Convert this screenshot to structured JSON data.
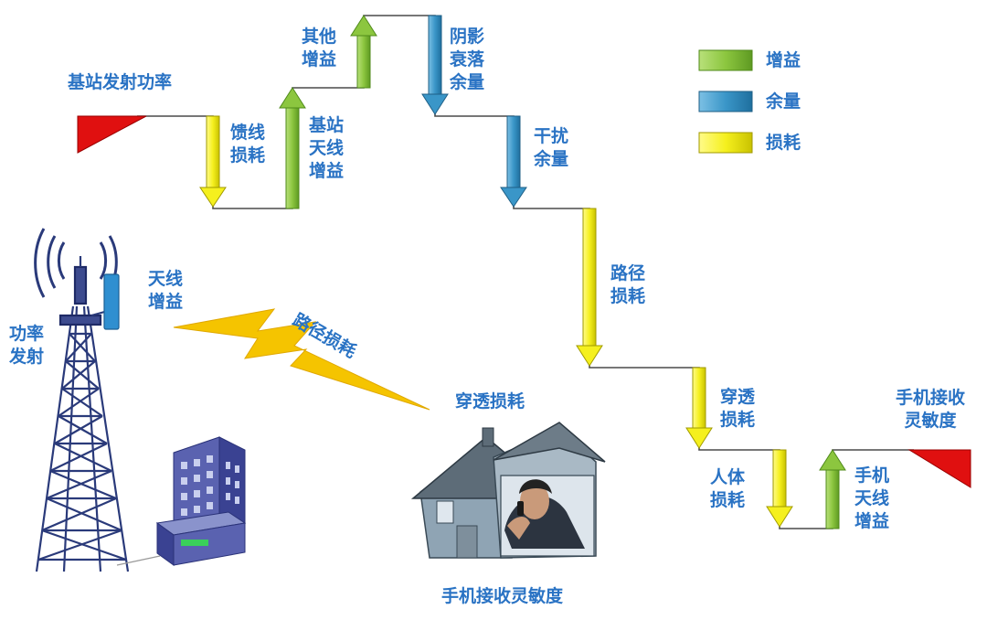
{
  "labels": {
    "bs_tx_power": "基站发射功率",
    "feeder_loss": "馈线\n损耗",
    "bs_antenna_gain": "基站\n天线\n增益",
    "other_gain": "其他\n增益",
    "shadow_fading_margin": "阴影\n衰落\n余量",
    "interference_margin": "干扰\n余量",
    "path_loss_step": "路径\n损耗",
    "penetration_loss_step": "穿透\n损耗",
    "body_loss": "人体\n损耗",
    "phone_antenna_gain": "手机\n天线\n增益",
    "phone_rx_sensitivity_right": "手机接收\n灵敏度",
    "tower_antenna_gain": "天线\n增益",
    "tower_power_tx": "功率\n发射",
    "lightning_path_loss": "路径损耗",
    "house_penetration_loss": "穿透损耗",
    "phone_rx_sensitivity_bottom": "手机接收灵敏度"
  },
  "legend": [
    {
      "label": "增益",
      "color": "#8cc63f"
    },
    {
      "label": "余量",
      "color": "#3a96c8"
    },
    {
      "label": "损耗",
      "color": "#f5f01e"
    }
  ],
  "colors": {
    "gain": "#8cc63f",
    "margin": "#3a96c8",
    "loss": "#f5f01e",
    "start_end_marker": "#e01010",
    "label_text": "#2a73c4",
    "lightning": "#f5c400"
  }
}
